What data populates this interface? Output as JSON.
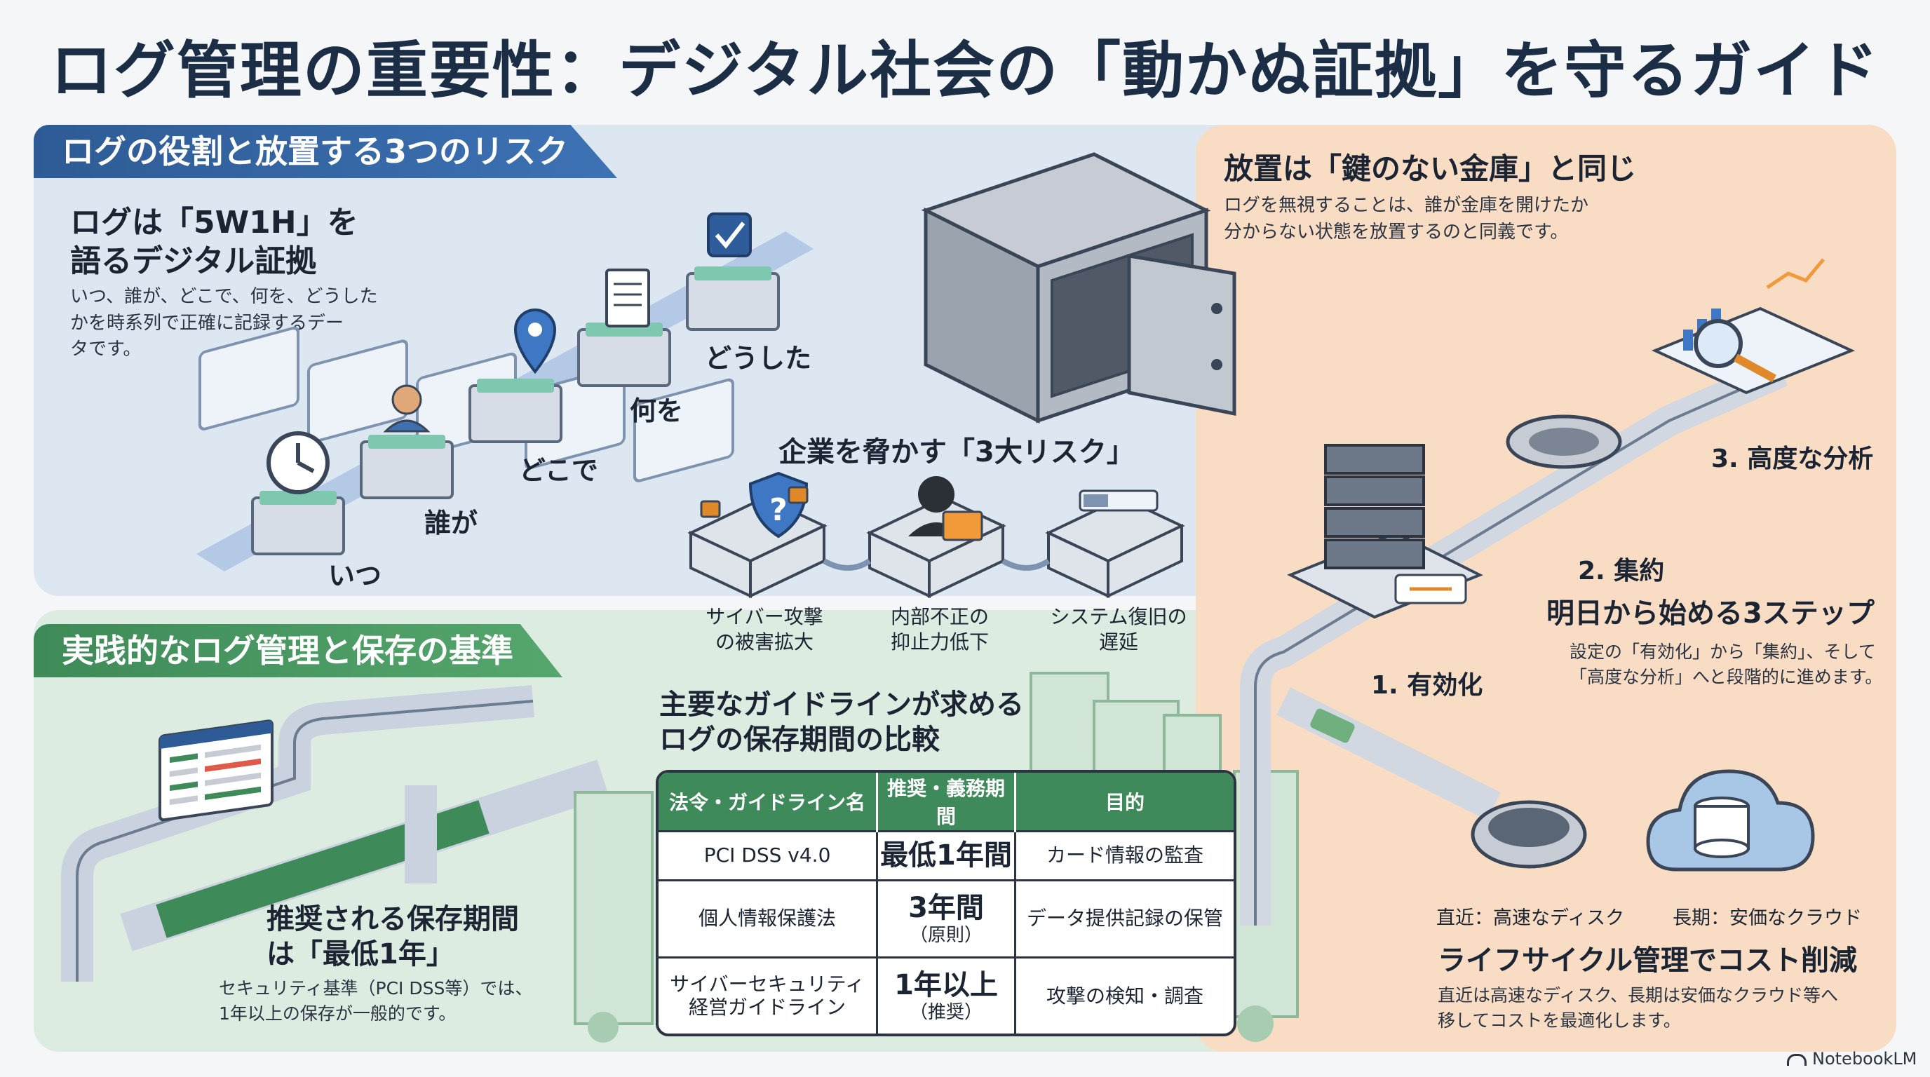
{
  "title": "ログ管理の重要性：デジタル社会の「動かぬ証拠」を守るガイド",
  "section1": {
    "tag": "ログの役割と放置する3つのリスク",
    "heading": [
      "ログは「5W1H」を",
      "語るデジタル証拠"
    ],
    "body": [
      "いつ、誰が、どこで、何を、どうした",
      "かを時系列で正確に記録するデー",
      "タです。"
    ],
    "timeline": [
      "いつ",
      "誰が",
      "どこで",
      "何を",
      "どうした"
    ]
  },
  "safe": {
    "heading": "放置は「鍵のない金庫」と同じ",
    "body": [
      "ログを無視することは、誰が金庫を開けたか",
      "分からない状態を放置するのと同義です。"
    ]
  },
  "risks": {
    "heading": "企業を脅かす「3大リスク」",
    "items": [
      [
        "サイバー攻撃",
        "の被害拡大"
      ],
      [
        "内部不正の",
        "抑止力低下"
      ],
      [
        "システム復旧の",
        "遅延"
      ]
    ]
  },
  "section2": {
    "tag": "実践的なログ管理と保存の基準",
    "heading": [
      "推奨される保存期間",
      "は「最低1年」"
    ],
    "body": [
      "セキュリティ基準（PCI DSS等）では、",
      "1年以上の保存が一般的です。"
    ]
  },
  "table": {
    "heading": [
      "主要なガイドラインが求める",
      "ログの保存期間の比較"
    ],
    "headers": [
      "法令・ガイドライン名",
      "推奨・義務期間",
      "目的"
    ],
    "rows": [
      {
        "name": "PCI DSS v4.0",
        "period": "最低1年間",
        "period_note": "",
        "purpose": "カード情報の監査"
      },
      {
        "name": "個人情報保護法",
        "period": "3年間",
        "period_note": "（原則）",
        "purpose": "データ提供記録の保管"
      },
      {
        "name": "サイバーセキュリティ\n経営ガイドライン",
        "period": "1年以上",
        "period_note": "（推奨）",
        "purpose": "攻撃の検知・調査"
      }
    ]
  },
  "steps": {
    "heading": "明日から始める3ステップ",
    "body": [
      "設定の「有効化」から「集約」、そして",
      "「高度な分析」へと段階的に進めます。"
    ],
    "labels": [
      "1. 有効化",
      "2. 集約",
      "3. 高度な分析"
    ]
  },
  "lifecycle": {
    "near": "直近：高速なディスク",
    "long": "長期：安価なクラウド",
    "heading": "ライフサイクル管理でコスト削減",
    "body": [
      "直近は高速なディスク、長期は安価なクラウド等へ",
      "移してコストを最適化します。"
    ]
  },
  "brand": "NotebookLM",
  "colors": {
    "blue": "#2e5b95",
    "green": "#3e8a58",
    "orange": "#f9dcc4",
    "navy": "#1b2e45"
  }
}
